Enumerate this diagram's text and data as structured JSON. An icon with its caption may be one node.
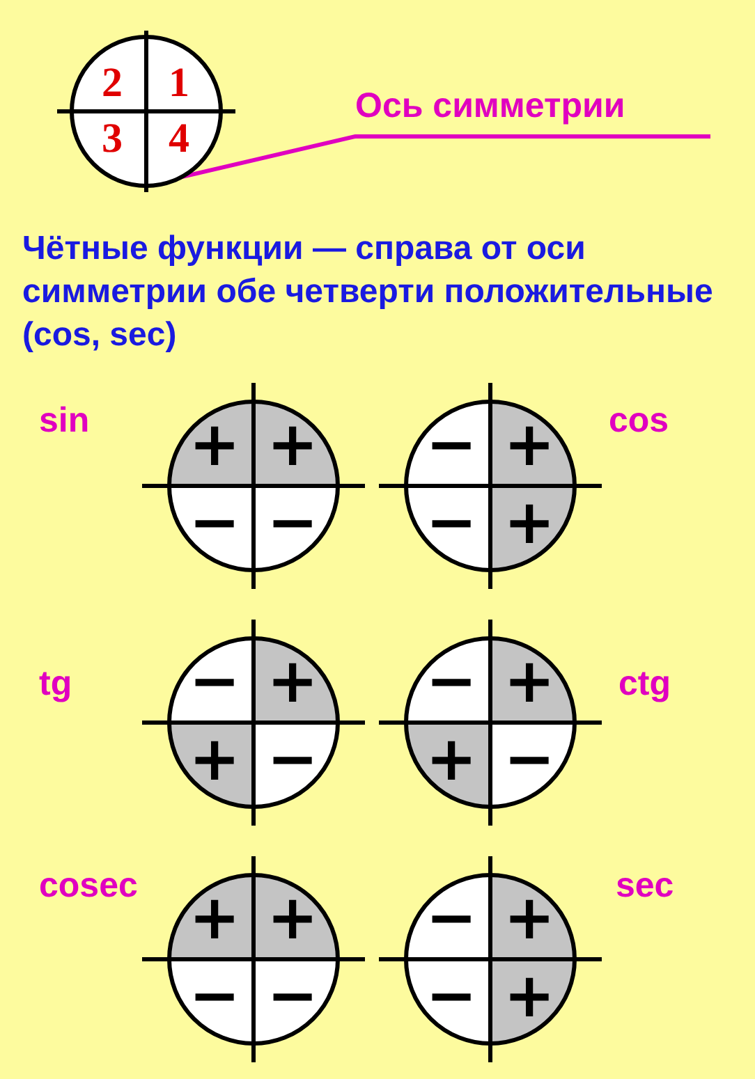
{
  "diagram": {
    "nodes": [
      {
        "text": [
          "2",
          "1",
          "3",
          "4"
        ]
      },
      {
        "text": [
          "Ось симметрии"
        ]
      },
      {
        "text": [
          "+",
          "+",
          "−",
          "−"
        ],
        "beside": [
          "sin"
        ]
      },
      {
        "text": [
          "−",
          "+",
          "−",
          "+"
        ],
        "beside": [
          "cos"
        ]
      },
      {
        "text": [
          "−",
          "+",
          "+",
          "−"
        ],
        "beside": [
          "tg"
        ]
      },
      {
        "text": [
          "−",
          "+",
          "+",
          "−"
        ],
        "beside": [
          "ctg"
        ]
      },
      {
        "text": [
          "+",
          "+",
          "−",
          "−"
        ],
        "beside": [
          "cosec"
        ]
      },
      {
        "text": [
          "−",
          "+",
          "−",
          "+"
        ],
        "beside": [
          "sec"
        ]
      }
    ],
    "edges": [
      {
        "from": 1,
        "to": 0,
        "arrow": "none"
      }
    ],
    "labels": [
      "Чётные функции — справа от оси симметрии обе четверти положительные (cos, sec)"
    ]
  }
}
